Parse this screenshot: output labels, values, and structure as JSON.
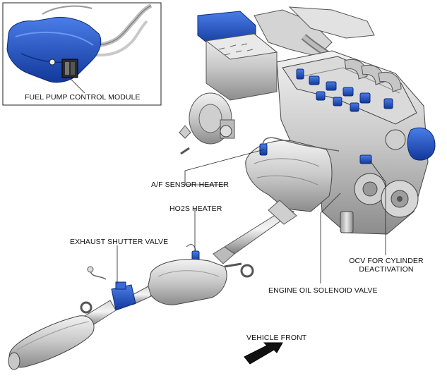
{
  "labels": {
    "fuel_pump_control_module": "FUEL PUMP CONTROL  MODULE",
    "af_sensor_heater": "A/F SENSOR HEATER",
    "ho2s_heater": "HO2S HEATER",
    "exhaust_shutter_valve": "EXHAUST SHUTTER VALVE",
    "ocv_line1": "OCV FOR CYLINDER",
    "ocv_line2": "DEACTIVATION",
    "engine_oil_solenoid_valve": "ENGINE OIL SOLENOID VALVE",
    "vehicle_front": "VEHICLE FRONT"
  },
  "colors": {
    "highlight": "#1f57c8",
    "metal_light": "#e6e6e6",
    "metal_mid": "#bcbcbc",
    "metal_dark": "#7a7a7a",
    "line": "#222222"
  }
}
